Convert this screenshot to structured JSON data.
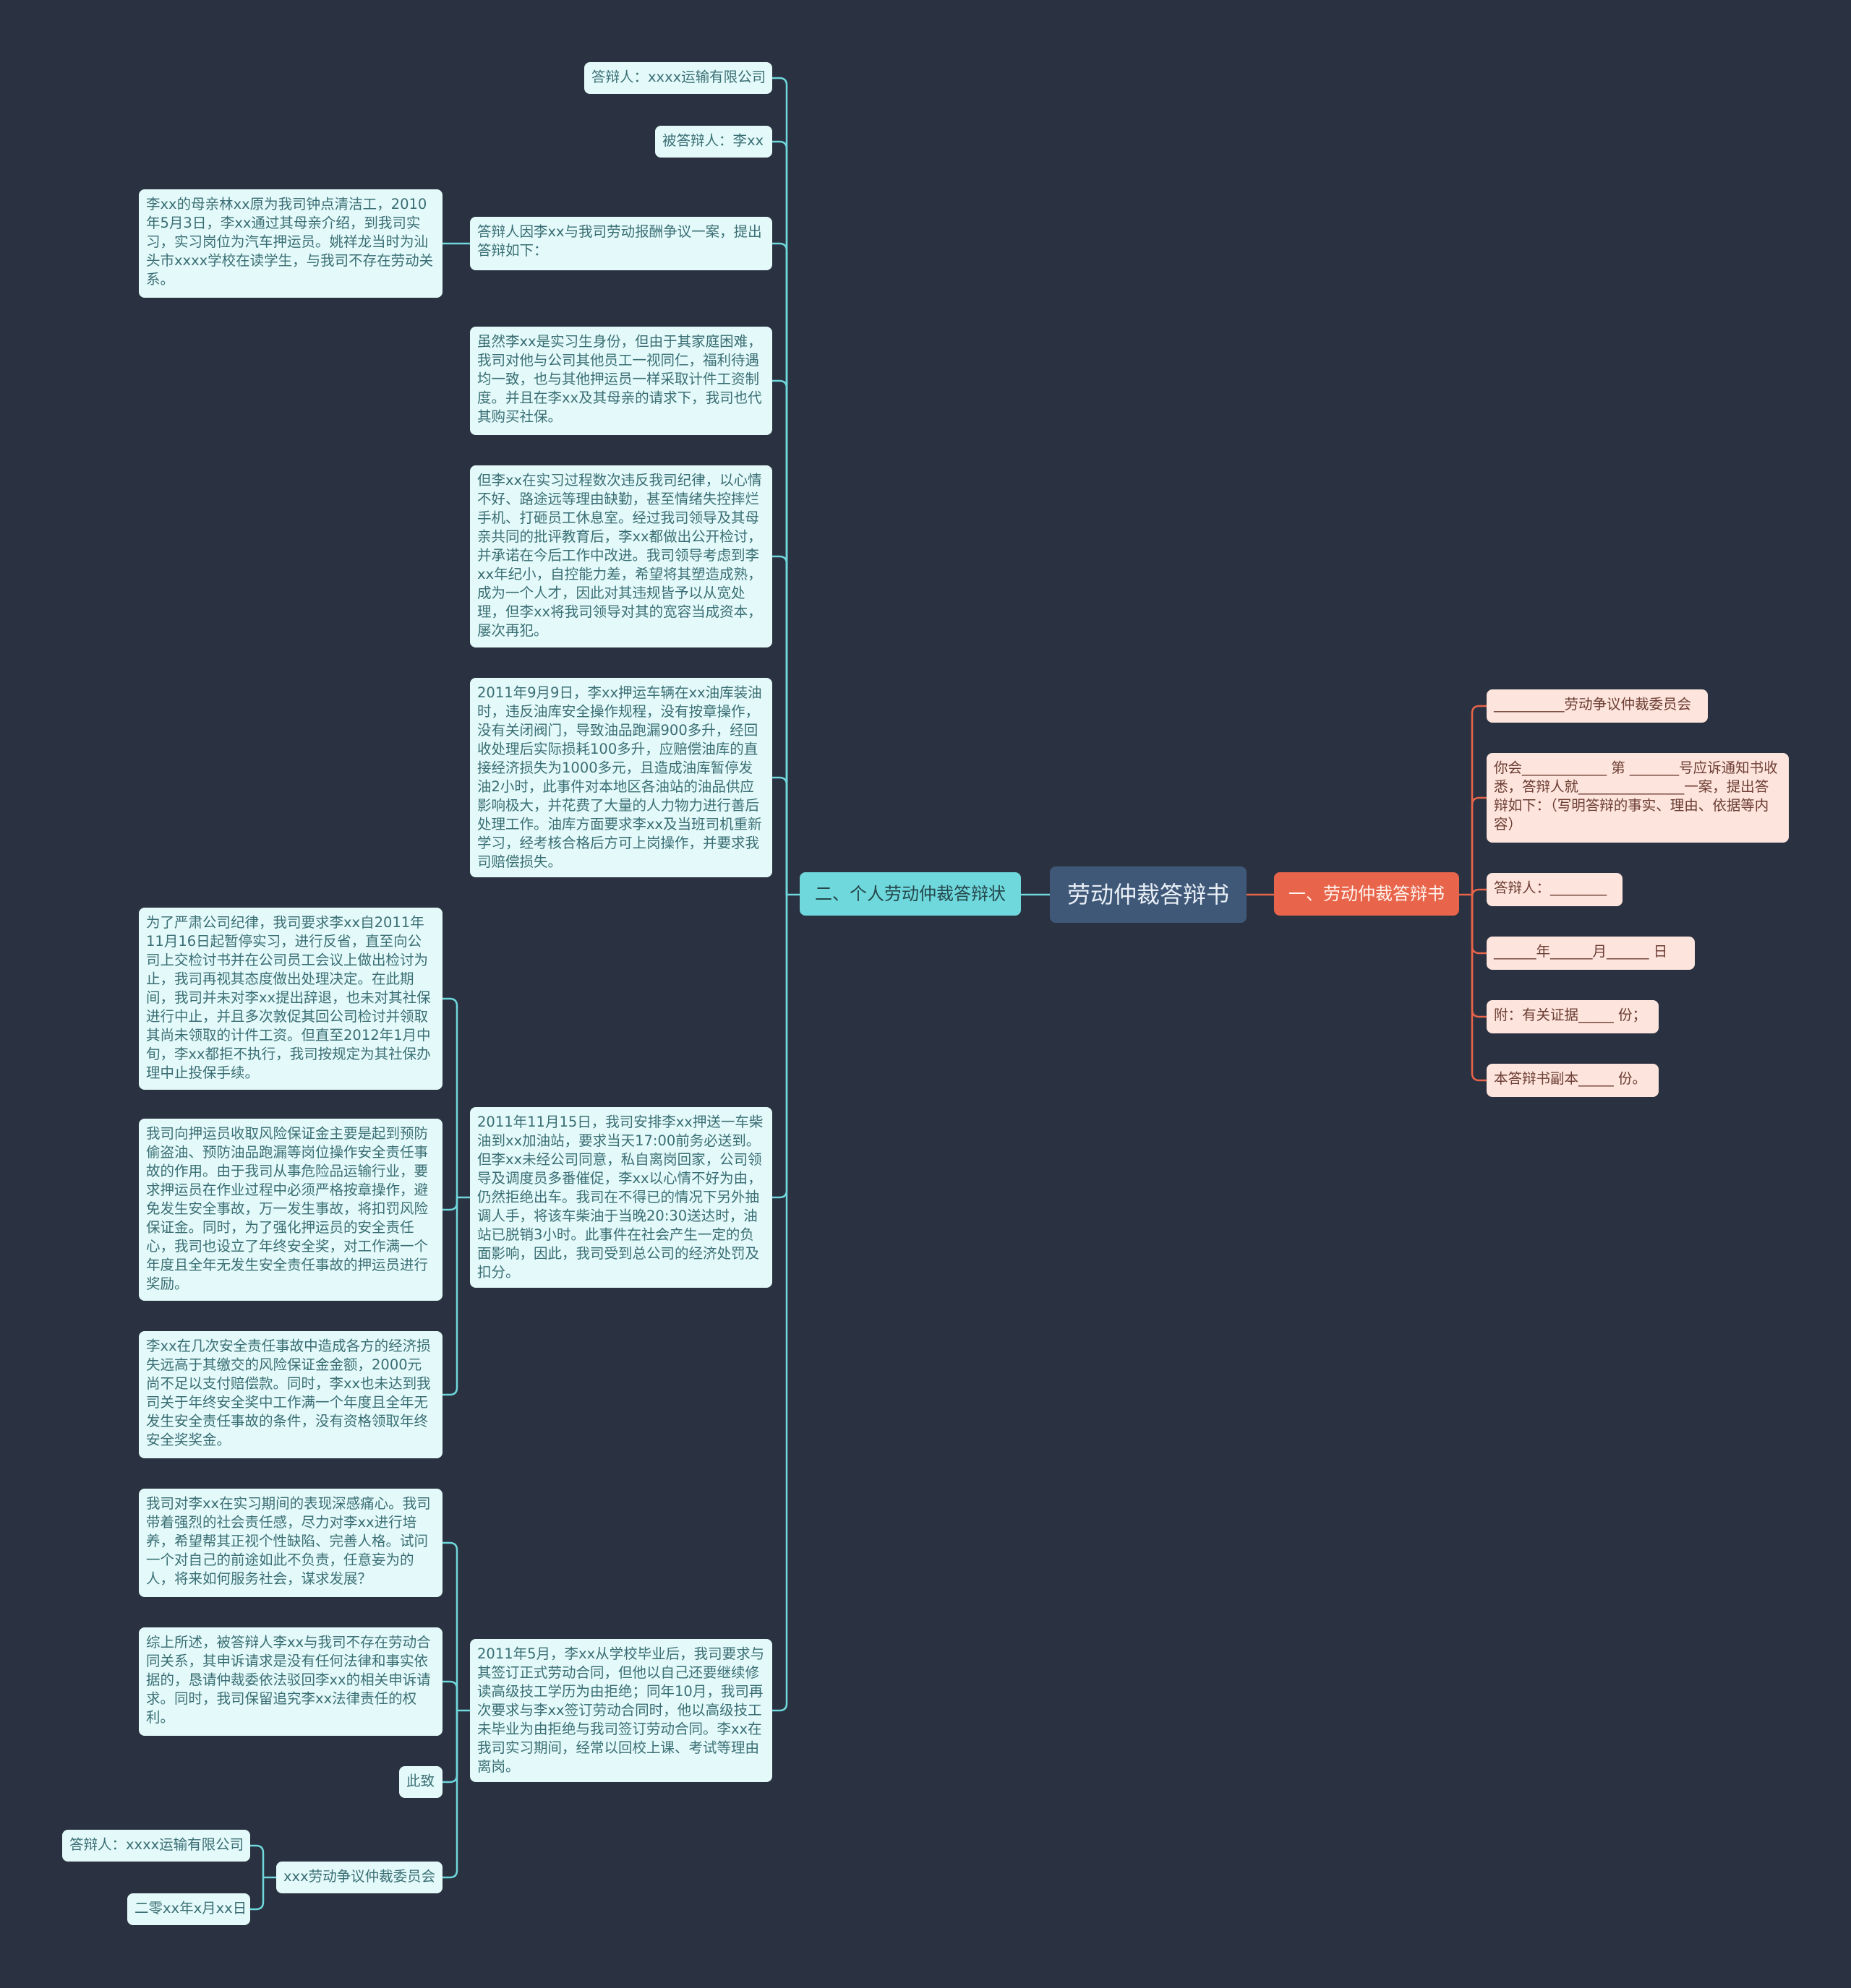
{
  "root": {
    "label": "劳动仲裁答辩书"
  },
  "right": {
    "label": "一、劳动仲裁答辩书",
    "items": [
      "__________劳动争议仲裁委员会",
      "你会____________ 第 _______号应诉通知书收悉，答辩人就_______________一案，提出答辩如下：（写明答辩的事实、理由、依据等内容）",
      "答辩人：________",
      "______年______月______ 日",
      "附：有关证据_____ 份；",
      "本答辩书副本_____ 份。"
    ]
  },
  "left": {
    "label": "二、个人劳动仲裁答辩状",
    "items": [
      {
        "text": "答辩人：xxxx运输有限公司"
      },
      {
        "text": "被答辩人：李xx"
      },
      {
        "text": "答辩人因李xx与我司劳动报酬争议一案，提出答辩如下：",
        "children": [
          "李xx的母亲林xx原为我司钟点清洁工，2010年5月3日，李xx通过其母亲介绍，到我司实习，实习岗位为汽车押运员。姚祥龙当时为汕头市xxxx学校在读学生，与我司不存在劳动关系。"
        ]
      },
      {
        "text": "虽然李xx是实习生身份，但由于其家庭困难，我司对他与公司其他员工一视同仁，福利待遇均一致，也与其他押运员一样采取计件工资制度。并且在李xx及其母亲的请求下，我司也代其购买社保。"
      },
      {
        "text": "但李xx在实习过程数次违反我司纪律，以心情不好、路途远等理由缺勤，甚至情绪失控摔烂手机、打砸员工休息室。经过我司领导及其母亲共同的批评教育后，李xx都做出公开检讨，并承诺在今后工作中改进。我司领导考虑到李xx年纪小，自控能力差，希望将其塑造成熟，成为一个人才，因此对其违规皆予以从宽处理，但李xx将我司领导对其的宽容当成资本，屡次再犯。"
      },
      {
        "text": "2011年9月9日，李xx押运车辆在xx油库装油时，违反油库安全操作规程，没有按章操作，没有关闭阀门，导致油品跑漏900多升，经回收处理后实际损耗100多升，应赔偿油库的直接经济损失为1000多元，且造成油库暂停发油2小时，此事件对本地区各油站的油品供应影响极大，并花费了大量的人力物力进行善后处理工作。油库方面要求李xx及当班司机重新学习，经考核合格后方可上岗操作，并要求我司赔偿损失。"
      },
      {
        "text": "2011年11月15日，我司安排李xx押送一车柴油到xx加油站，要求当天17:00前务必送到。但李xx未经公司同意，私自离岗回家，公司领导及调度员多番催促，李xx以心情不好为由，仍然拒绝出车。我司在不得已的情况下另外抽调人手，将该车柴油于当晚20:30送达时，油站已脱销3小时。此事件在社会产生一定的负面影响，因此，我司受到总公司的经济处罚及扣分。",
        "children": [
          "为了严肃公司纪律，我司要求李xx自2011年11月16日起暂停实习，进行反省，直至向公司上交检讨书并在公司员工会议上做出检讨为止，我司再视其态度做出处理决定。在此期间，我司并未对李xx提出辞退，也未对其社保进行中止，并且多次敦促其回公司检讨并领取其尚未领取的计件工资。但直至2012年1月中旬，李xx都拒不执行，我司按规定为其社保办理中止投保手续。",
          "我司向押运员收取风险保证金主要是起到预防偷盗油、预防油品跑漏等岗位操作安全责任事故的作用。由于我司从事危险品运输行业，要求押运员在作业过程中必须严格按章操作，避免发生安全事故，万一发生事故，将扣罚风险保证金。同时，为了强化押运员的安全责任心，我司也设立了年终安全奖，对工作满一个年度且全年无发生安全责任事故的押运员进行奖励。",
          "李xx在几次安全责任事故中造成各方的经济损失远高于其缴交的风险保证金金额，2000元尚不足以支付赔偿款。同时，李xx也未达到我司关于年终安全奖中工作满一个年度且全年无发生安全责任事故的条件，没有资格领取年终安全奖奖金。"
        ]
      },
      {
        "text": "2011年5月，李xx从学校毕业后，我司要求与其签订正式劳动合同，但他以自己还要继续修读高级技工学历为由拒绝；同年10月，我司再次要求与李xx签订劳动合同时，他以高级技工未毕业为由拒绝与我司签订劳动合同。李xx在我司实习期间，经常以回校上课、考试等理由离岗。",
        "children": [
          "我司对李xx在实习期间的表现深感痛心。我司带着强烈的社会责任感，尽力对李xx进行培养，希望帮其正视个性缺陷、完善人格。试问一个对自己的前途如此不负责，任意妄为的人，将来如何服务社会，谋求发展？",
          "综上所述，被答辩人李xx与我司不存在劳动合同关系，其申诉请求是没有任何法律和事实依据的，恳请仲裁委依法驳回李xx的相关申诉请求。同时，我司保留追究李xx法律责任的权利。",
          "此致",
          "xxx劳动争议仲裁委员会"
        ],
        "grandchildren": [
          "答辩人：xxxx运输有限公司",
          "二零xx年x月xx日"
        ]
      }
    ]
  },
  "colors": {
    "background": "#2a3140",
    "left_edge": "#6fd8dc",
    "right_edge": "#e8644a",
    "root_fill": "#3f5877"
  }
}
